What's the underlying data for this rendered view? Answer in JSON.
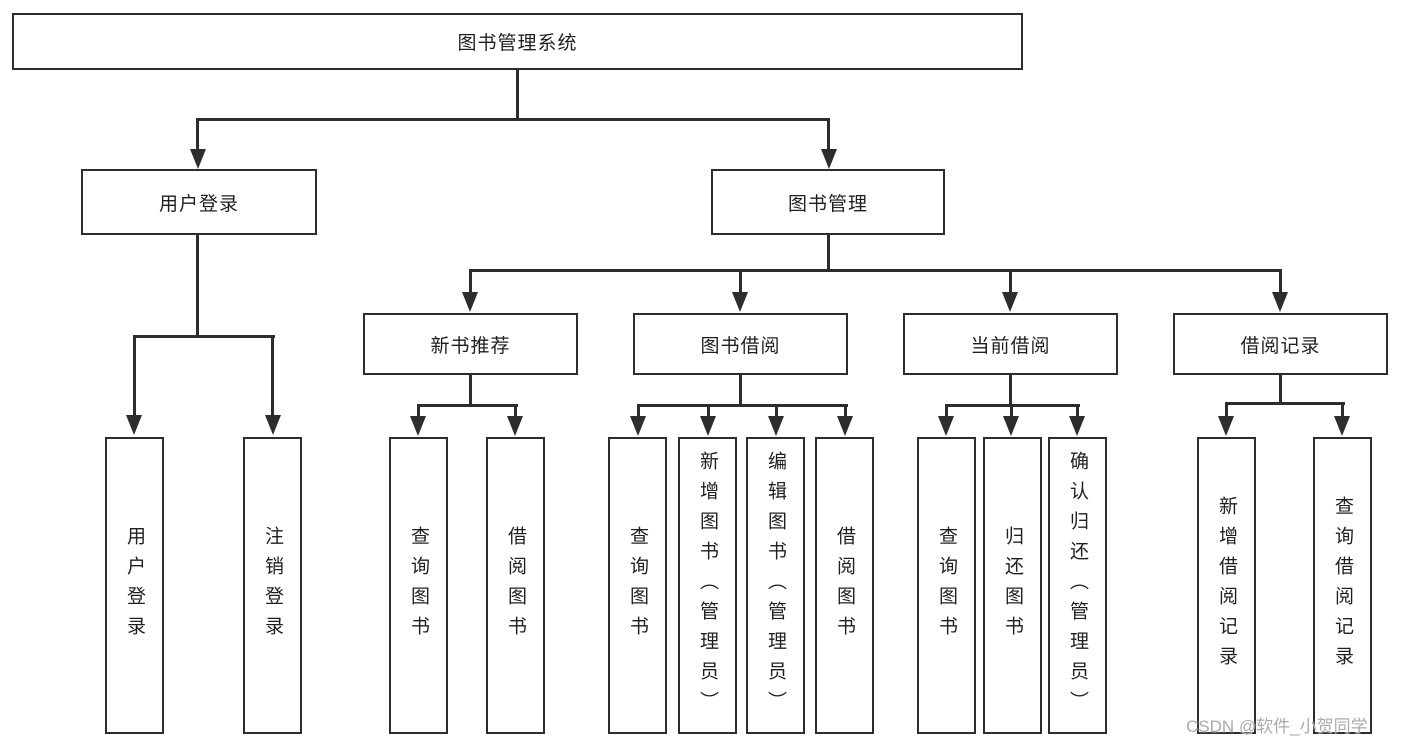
{
  "tree": {
    "label": "图书管理系统",
    "children": [
      {
        "label": "用户登录",
        "children": [
          {
            "label": "用户登录"
          },
          {
            "label": "注销登录"
          }
        ]
      },
      {
        "label": "图书管理",
        "children": [
          {
            "label": "新书推荐",
            "children": [
              {
                "label": "查询图书"
              },
              {
                "label": "借阅图书"
              }
            ]
          },
          {
            "label": "图书借阅",
            "children": [
              {
                "label": "查询图书"
              },
              {
                "label": "新增图书（管理员）"
              },
              {
                "label": "编辑图书（管理员）"
              },
              {
                "label": "借阅图书"
              }
            ]
          },
          {
            "label": "当前借阅",
            "children": [
              {
                "label": "查询图书"
              },
              {
                "label": "归还图书"
              },
              {
                "label": "确认归还（管理员）"
              }
            ]
          },
          {
            "label": "借阅记录",
            "children": [
              {
                "label": "新增借阅记录"
              },
              {
                "label": "查询借阅记录"
              }
            ]
          }
        ]
      }
    ]
  },
  "watermark": "CSDN @软件_小贺同学",
  "colors": {
    "line": "#2d2d2d",
    "text": "#1f1f1f",
    "watermark": "#ababab",
    "background": "#ffffff"
  }
}
